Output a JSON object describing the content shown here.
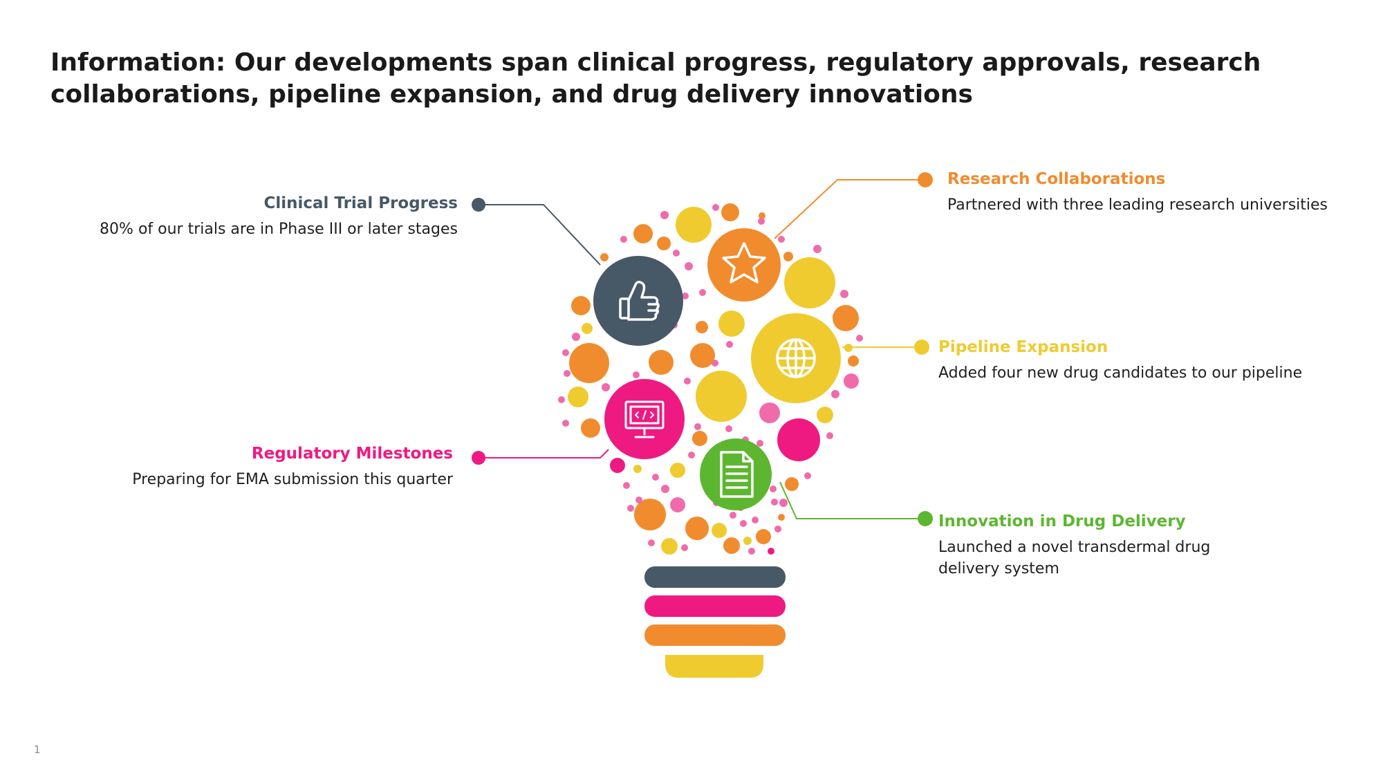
{
  "title": "Information: Our developments span clinical progress, regulatory approvals, research collaborations, pipeline expansion, and drug delivery innovations",
  "slide_number": "1",
  "colors": {
    "slate": "#475867",
    "orange": "#F08C2E",
    "yellow": "#EFCB30",
    "magenta": "#EE1A82",
    "green": "#5DB630",
    "pink": "#F06BAA"
  },
  "callouts": {
    "clinical": {
      "heading": "Clinical Trial Progress",
      "text": "80% of our trials are in Phase III or later stages",
      "icon": "thumbs-up-icon"
    },
    "research": {
      "heading": "Research Collaborations",
      "text": "Partnered with three leading research universities",
      "icon": "star-icon"
    },
    "pipeline": {
      "heading": "Pipeline Expansion",
      "text": "Added four new drug candidates to our pipeline",
      "icon": "globe-icon"
    },
    "regulatory": {
      "heading": "Regulatory Milestones",
      "text": "Preparing for EMA submission this quarter",
      "icon": "monitor-code-icon"
    },
    "delivery": {
      "heading": "Innovation in Drug Delivery",
      "text": "Launched a novel transdermal drug delivery system",
      "icon": "document-icon"
    }
  }
}
